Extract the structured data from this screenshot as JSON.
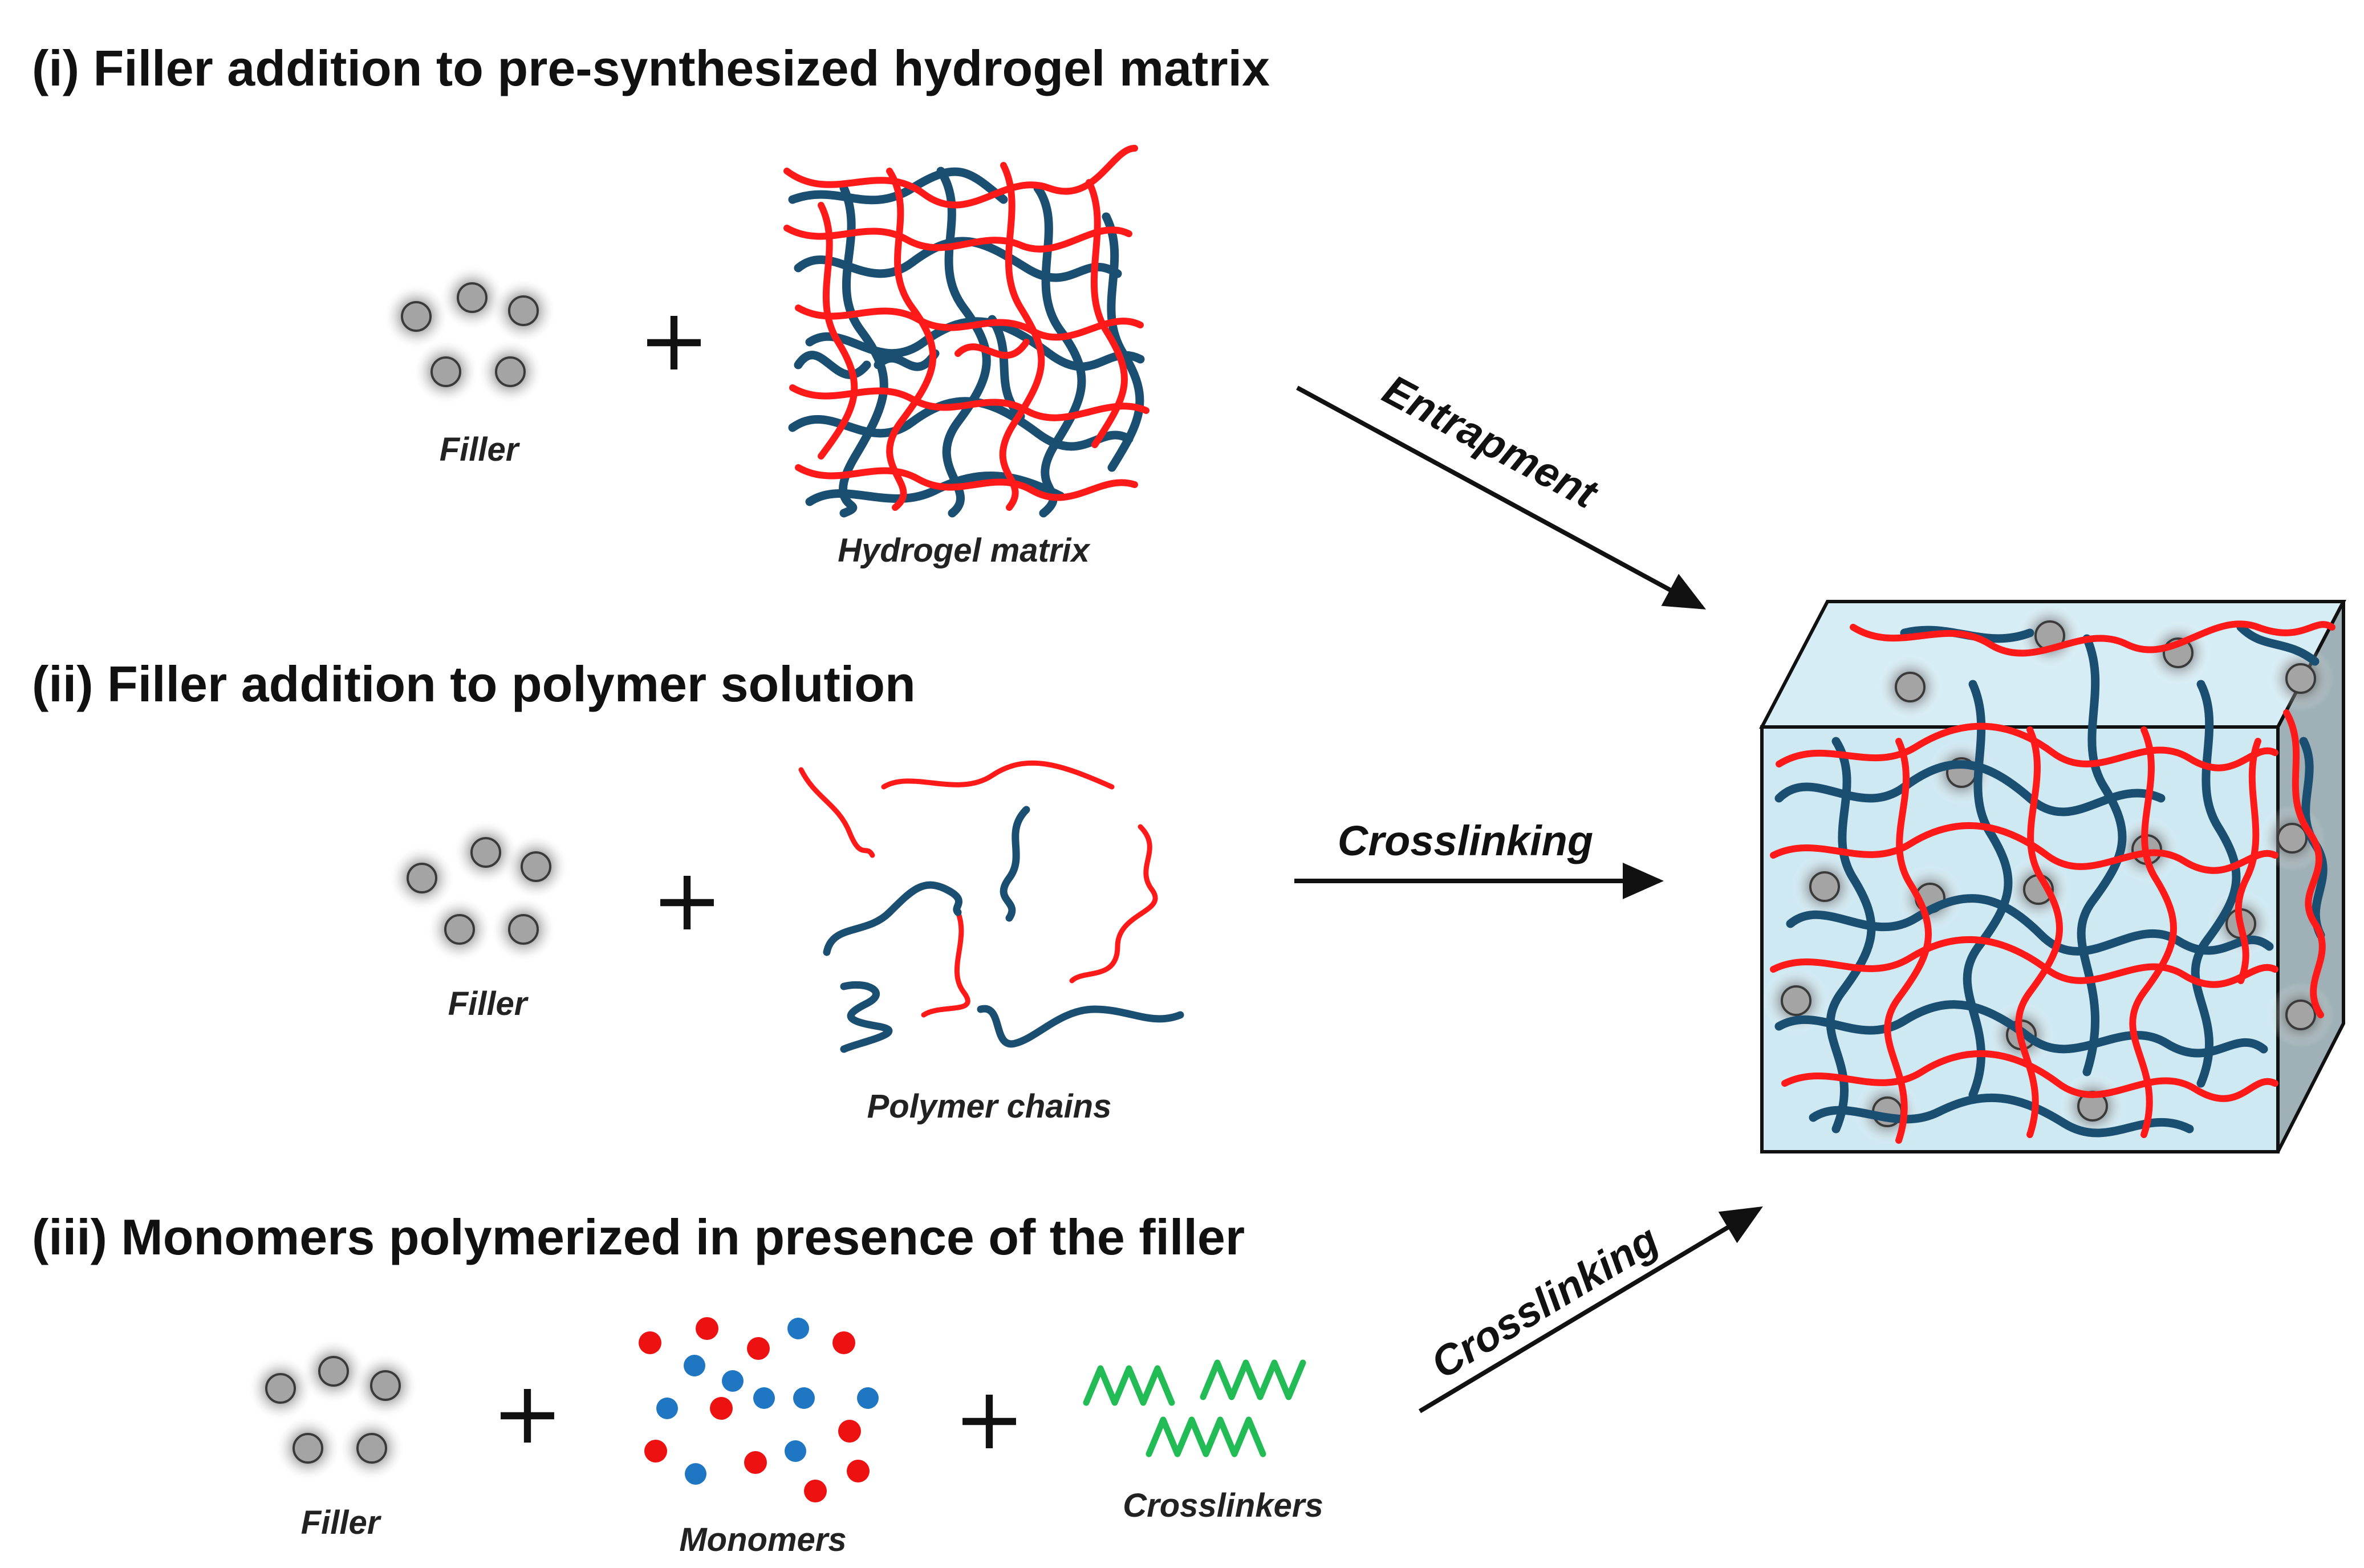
{
  "sections": [
    {
      "title": "(i) Filler addition to pre-synthesized hydrogel matrix",
      "filler_label": "Filler",
      "component_label": "Hydrogel matrix"
    },
    {
      "title": "(ii) Filler addition to polymer solution",
      "filler_label": "Filler",
      "component_label": "Polymer chains"
    },
    {
      "title": "(iii) Monomers polymerized in presence of the filler",
      "filler_label": "Filler",
      "component_label": "Monomers",
      "crosslinker_label": "Crosslinkers"
    }
  ],
  "plus_sign": "+",
  "arrows": {
    "entrapment": "Entrapment",
    "crosslinking_ii": "Crosslinking",
    "crosslinking_iii": "Crosslinking"
  },
  "colors": {
    "blue_chain": "#1b4f72",
    "red_chain": "#ff1a1a",
    "filler_gray": "#9a9a9a",
    "monomer_red": "#ee1111",
    "monomer_blue": "#1f77c4",
    "crosslinker_green": "#22bb55",
    "gel_fill": "#cfe9f3"
  }
}
